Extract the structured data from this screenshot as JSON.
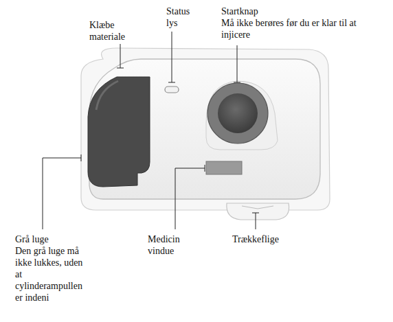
{
  "diagram": {
    "labels": [
      "Klæbe materiale",
      "Status lys",
      "Startknap",
      "Må ikke berøres før du er klar til at injicere",
      "Grå luge",
      "Den grå luge må ikke lukkes, uden at cylinderampullen er indeni",
      "Medicin vindue",
      "Trækkeflige"
    ]
  }
}
